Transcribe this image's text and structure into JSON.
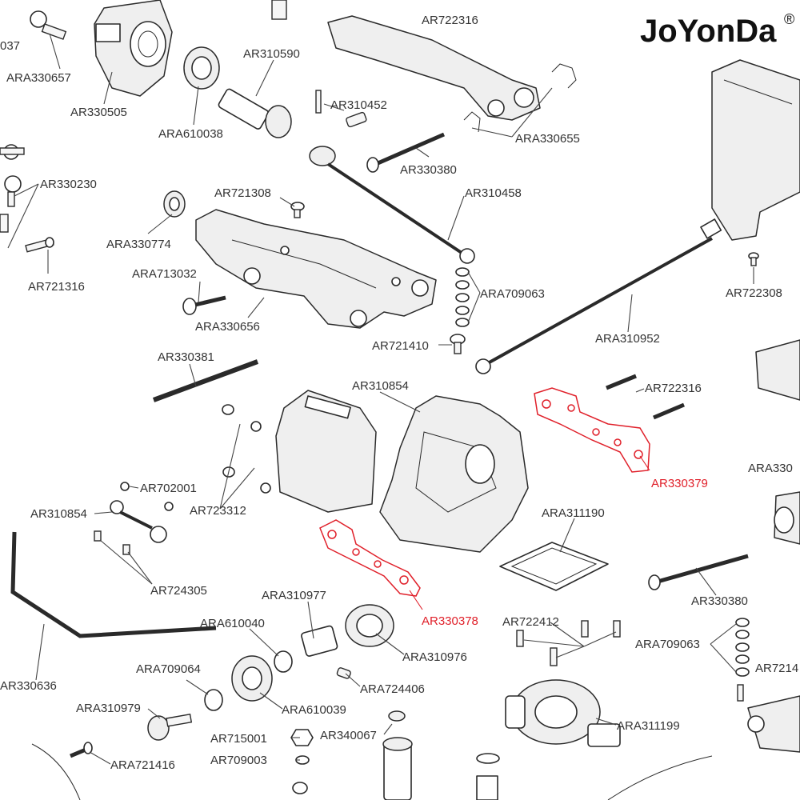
{
  "brand": {
    "name": "JoYonDa",
    "mark": "®"
  },
  "labels": {
    "ar722316_top": "AR722316",
    "ara330657": "ARA330657",
    "ar330505": "AR330505",
    "ara610038": "ARA610038",
    "ar310590": "AR310590",
    "ar310452": "AR310452",
    "ara330655": "ARA330655",
    "ar330380_top": "AR330380",
    "ar330230": "AR330230",
    "ar721316": "AR721316",
    "ar721308": "AR721308",
    "ara330774": "ARA330774",
    "ar310458": "AR310458",
    "ara713032": "ARA713032",
    "ara330656": "ARA330656",
    "ara709063_mid": "ARA709063",
    "ar721410": "AR721410",
    "ar722308": "AR722308",
    "ara310952": "ARA310952",
    "ar330381": "AR330381",
    "ar310854_mid": "AR310854",
    "ar722316_mid": "AR722316",
    "ar330379": "AR330379",
    "ara330_right": "ARA330",
    "ar702001": "AR702001",
    "ar310854_left": "AR310854",
    "ar723312": "AR723312",
    "ara311190": "ARA311190",
    "ar724305": "AR724305",
    "ar330380_right": "AR330380",
    "ara310977": "ARA310977",
    "ar330378": "AR330378",
    "ara610040": "ARA610040",
    "ara310976": "ARA310976",
    "ar722412": "AR722412",
    "ara709063_right": "ARA709063",
    "ar7214": "AR7214",
    "ara709064": "ARA709064",
    "ara724406": "ARA724406",
    "ar330636": "AR330636",
    "ara610039": "ARA610039",
    "ara310979": "ARA310979",
    "ara311199": "ARA311199",
    "ar715001": "AR715001",
    "ar340067": "AR340067",
    "ar709003": "AR709003",
    "ara721416": "ARA721416",
    "partial_037": "037"
  }
}
